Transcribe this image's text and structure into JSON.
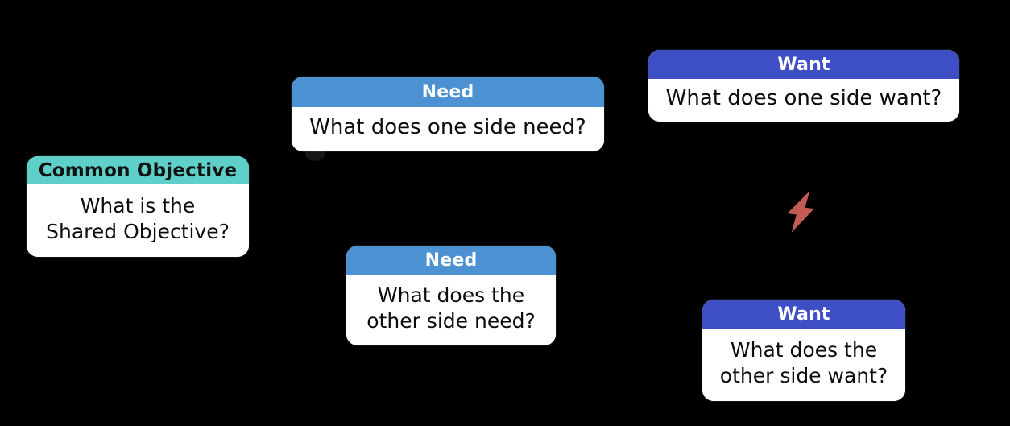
{
  "diagram": {
    "background": "#000000",
    "nodes": [
      {
        "id": "common-objective",
        "title": "Common Objective",
        "body": "What is the\nShared Objective?",
        "header_bg": "#5ED0C9",
        "header_text_color": "#111111"
      },
      {
        "id": "need-side-one",
        "title": "Need",
        "body": "What does one side need?",
        "header_bg": "#4C92D2",
        "header_text_color": "#FFFFFF"
      },
      {
        "id": "want-side-one",
        "title": "Want",
        "body": "What does one side want?",
        "header_bg": "#3E4EC5",
        "header_text_color": "#FFFFFF"
      },
      {
        "id": "need-other-side",
        "title": "Need",
        "body": "What does the\nother side need?",
        "header_bg": "#4C92D2",
        "header_text_color": "#FFFFFF"
      },
      {
        "id": "want-other-side",
        "title": "Want",
        "body": "What does the\nother side want?",
        "header_bg": "#3E4EC5",
        "header_text_color": "#FFFFFF"
      }
    ],
    "icons": {
      "conflict_bolt": {
        "name": "lightning-bolt-icon",
        "color": "#C25B51"
      }
    }
  }
}
